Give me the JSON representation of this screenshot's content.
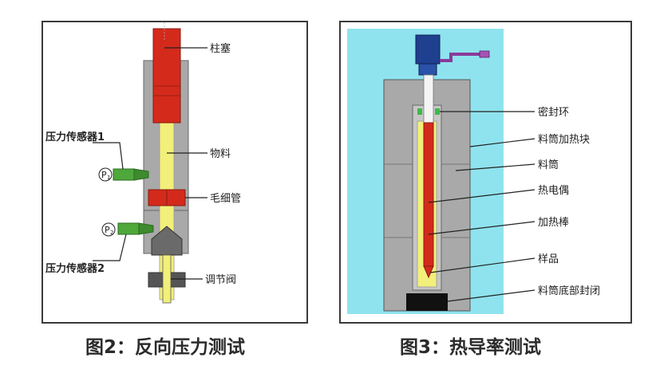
{
  "figure2": {
    "caption": "图2：反向压力测试",
    "labels": {
      "plunger": "柱塞",
      "pressure_sensor_1": "压力传感器1",
      "material": "物料",
      "capillary": "毛细管",
      "pressure_sensor_2": "压力传感器2",
      "regulating_valve": "调节阀"
    },
    "sensor_symbol": "P",
    "sensor_sub_1": "1",
    "sensor_sub_2": "2"
  },
  "figure3": {
    "caption": "图3：热导率测试",
    "labels": {
      "seal_ring": "密封环",
      "barrel_heating_block": "料筒加热块",
      "barrel": "料筒",
      "thermocouple": "热电偶",
      "heating_rod": "加热棒",
      "sample": "样品",
      "barrel_bottom_seal": "料筒底部封闭"
    }
  },
  "colors": {
    "plunger_red": "#d42a1c",
    "material_yellow": "#f2ef7a",
    "block_gray": "#a9a9a9",
    "sensor_green": "#4fa83a",
    "valve_dark": "#555555",
    "background_cyan": "#8fe3ee",
    "connector_blue": "#1f3f8f",
    "cable_purple": "#8a3a9a",
    "seal_green": "#3fb84a"
  }
}
